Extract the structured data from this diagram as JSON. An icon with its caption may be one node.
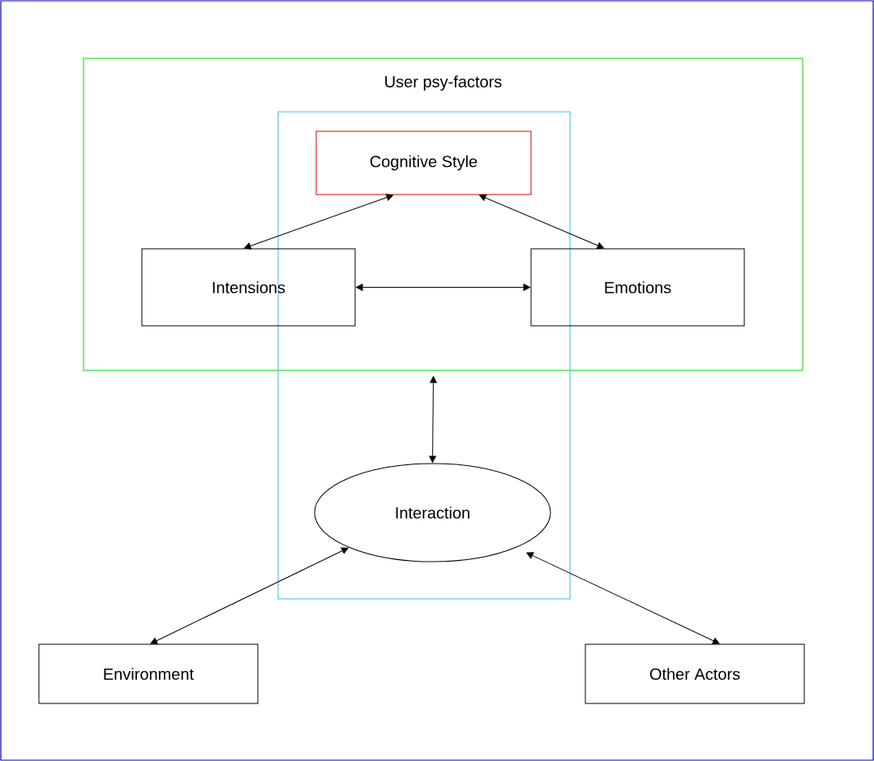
{
  "diagram": {
    "nodes": [
      {
        "text": [
          "User psy-factors"
        ]
      },
      {
        "text": [],
        "shape": "box"
      },
      {
        "text": [
          "Cognitive Style"
        ]
      },
      {
        "text": [
          "Intensions"
        ],
        "in": 0
      },
      {
        "text": [
          "Emotions"
        ],
        "in": 0
      },
      {
        "text": [
          "Interaction"
        ],
        "in": 1
      },
      {
        "text": [
          "Environment"
        ]
      },
      {
        "text": [
          "Other Actors"
        ]
      }
    ],
    "edges": [
      {
        "from": 2,
        "to": 3,
        "arrow": "both"
      },
      {
        "from": 2,
        "to": 4,
        "arrow": "both"
      },
      {
        "from": 3,
        "to": 4,
        "arrow": "both"
      },
      {
        "from": 0,
        "to": 5,
        "arrow": "both"
      },
      {
        "from": 5,
        "to": 6,
        "arrow": "both"
      },
      {
        "from": 5,
        "to": 7,
        "arrow": "both"
      }
    ]
  }
}
